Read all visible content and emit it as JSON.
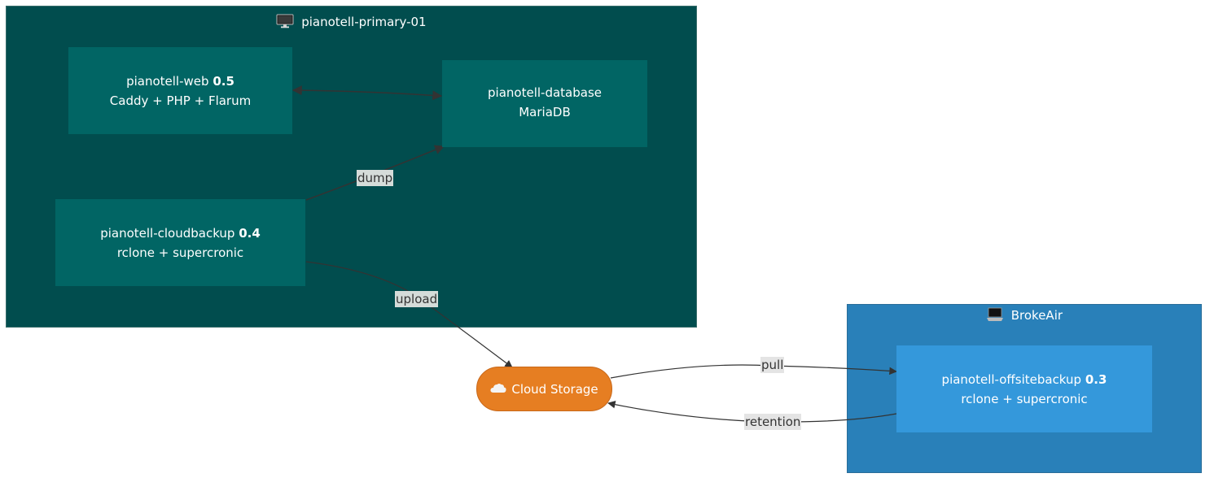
{
  "colors": {
    "primary_group_bg": "#014d4e",
    "primary_node_bg": "#016564",
    "brokeair_group_bg": "#2980b9",
    "offsite_node_bg": "#3498db",
    "cloud_storage_bg": "#e67e22",
    "edge_stroke": "#333333",
    "edge_label_bg": "#e4e4e4"
  },
  "groups": {
    "primary": {
      "icon": "desktop-computer-icon",
      "title": "pianotell-primary-01"
    },
    "brokeair": {
      "icon": "laptop-icon",
      "title": "BrokeAir"
    }
  },
  "nodes": {
    "web": {
      "name": "pianotell-web",
      "version": "0.5",
      "subtitle": "Caddy + PHP + Flarum"
    },
    "database": {
      "name": "pianotell-database",
      "version": "",
      "subtitle": "MariaDB"
    },
    "cloudbackup": {
      "name": "pianotell-cloudbackup",
      "version": "0.4",
      "subtitle": "rclone + supercronic"
    },
    "offsitebackup": {
      "name": "pianotell-offsitebackup",
      "version": "0.3",
      "subtitle": "rclone + supercronic"
    },
    "cloud_storage": {
      "icon": "cloud-icon",
      "label": "Cloud Storage"
    }
  },
  "edges": [
    {
      "from": "web",
      "to": "database",
      "label": "",
      "direction": "both"
    },
    {
      "from": "cloudbackup",
      "to": "database",
      "label": "dump",
      "direction": "forward"
    },
    {
      "from": "cloudbackup",
      "to": "cloud_storage",
      "label": "upload",
      "direction": "forward"
    },
    {
      "from": "cloud_storage",
      "to": "offsitebackup",
      "label": "pull",
      "direction": "forward"
    },
    {
      "from": "offsitebackup",
      "to": "cloud_storage",
      "label": "retention",
      "direction": "forward"
    }
  ]
}
